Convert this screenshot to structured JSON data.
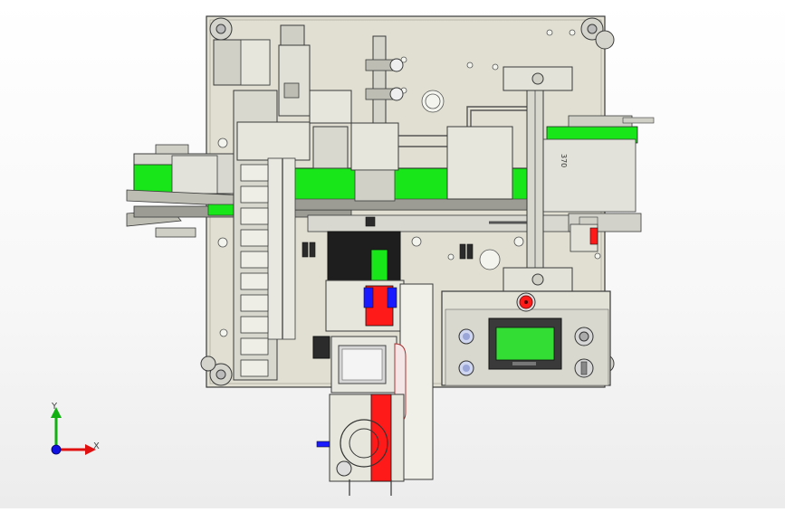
{
  "axis_triad": {
    "x_label": "X",
    "y_label": "Y"
  },
  "part_marking": "370",
  "colors": {
    "plate": "#e0dfd2",
    "plate_dark": "#c8c7b8",
    "conveyor_green": "#19e619",
    "highlight_red": "#ff1a1a",
    "highlight_blue": "#1a1aff",
    "hmi_screen": "#33dd33",
    "outline": "#3a3a3a",
    "axis_x": "#e01010",
    "axis_y": "#10b010",
    "axis_origin": "#1010e0"
  },
  "icons": {
    "emergency_stop": "emergency-stop-icon",
    "touch_screen": "touch-screen-icon",
    "push_buttons": "push-button-icon",
    "selector_switch": "selector-switch-icon"
  }
}
